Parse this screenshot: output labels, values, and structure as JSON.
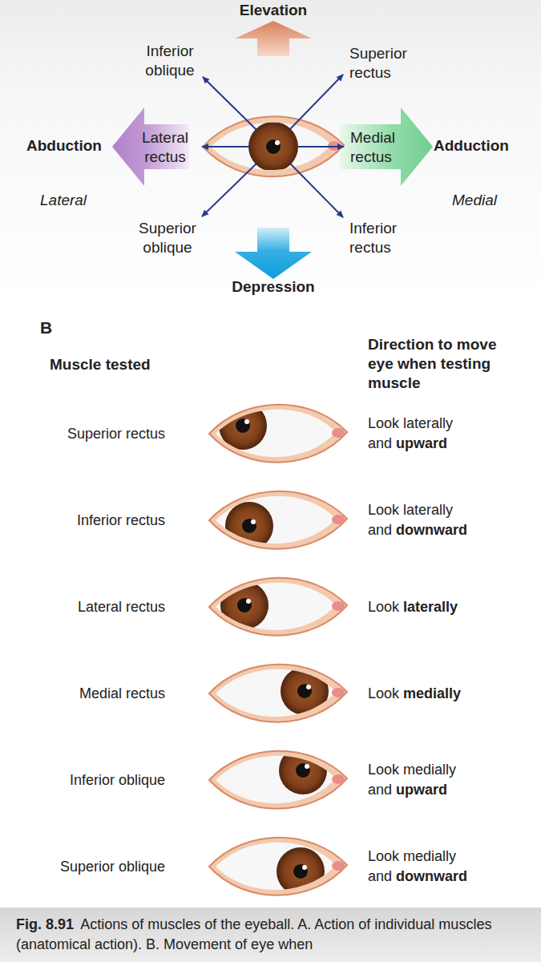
{
  "diagram": {
    "caption": "Actions of muscles of the eyeball. A. Action of individual muscles (anatomical action). B. Movement of eye when",
    "labels": [
      "Elevation",
      "Inferior oblique",
      "Superior rectus",
      "Abduction",
      "Lateral rectus",
      "Medial rectus",
      "Adduction",
      "Lateral",
      "Medial",
      "Superior oblique",
      "Inferior rectus",
      "Depression",
      "B",
      "Muscle tested",
      "Direction to move eye when testing muscle",
      "Superior rectus",
      "Look laterally and",
      "upward",
      "Inferior rectus",
      "Look laterally and",
      "downward",
      "Lateral rectus",
      "Look",
      "laterally",
      "Medial rectus",
      "Look",
      "medially",
      "Inferior oblique",
      "Look medially and",
      "upward",
      "Superior oblique",
      "Look medially and",
      "downward",
      "Fig. 8.91"
    ]
  }
}
